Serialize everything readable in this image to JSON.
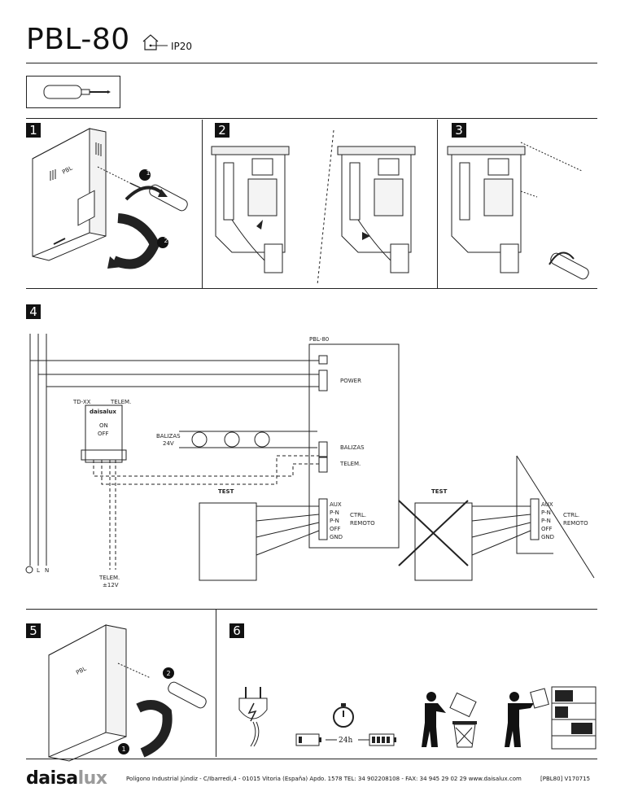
{
  "header": {
    "title": "PBL-80",
    "ip_rating": "IP20",
    "house_icon": "house-indoor-icon"
  },
  "tool_icon": "screwdriver-icon",
  "steps": [
    {
      "number": "1"
    },
    {
      "number": "2"
    },
    {
      "number": "3"
    },
    {
      "number": "4"
    },
    {
      "number": "5"
    },
    {
      "number": "6"
    }
  ],
  "device": {
    "label": "PBL"
  },
  "badges": {
    "b1": "1",
    "b2": "2",
    "b5_1": "1",
    "b5_2": "2"
  },
  "wiring": {
    "unit_label": "PBL-80",
    "power": "POWER",
    "balizas": "BALIZAS",
    "telem": "TELEM.",
    "aux": "AUX",
    "pn1": "P-N",
    "pn2": "P-N",
    "off": "OFF",
    "gnd": "GND",
    "ctrl": "CTRL.",
    "remoto": "REMOTO",
    "td_xx": "TD-XX",
    "telem_top": "TELEM.",
    "logo": "daisalux",
    "on": "ON",
    "off_btn": "OFF",
    "balizas_left": "BALIZAS",
    "v24": "24V",
    "test_left": "TEST",
    "test_right": "TEST",
    "l": "L",
    "n": "N",
    "telem_bottom": "TELEM.",
    "v12": "±12V",
    "plus": "+",
    "minus": "-"
  },
  "step6": {
    "timer": "24h"
  },
  "footer": {
    "logo_a": "daisa",
    "logo_b": "lux",
    "address": "Polígono Industrial Júndiz - C/Ibarredi,4 - 01015 Vitoria (España)   Apdo. 1578   TEL: 34 902208108  -  FAX: 34 945 29 02 29   www.daisalux.com",
    "ref": "[PBL80]  V170715"
  }
}
